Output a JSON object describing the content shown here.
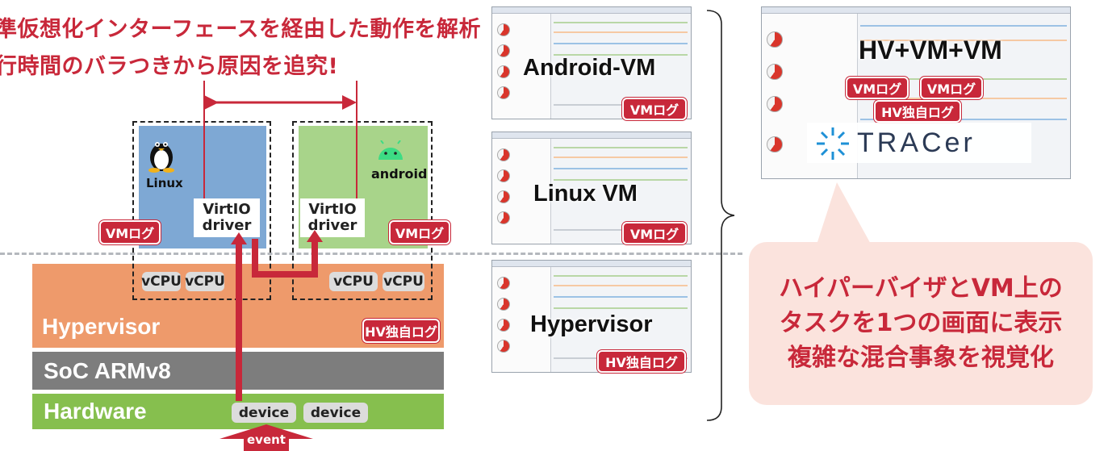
{
  "headline": {
    "line1": "準仮想化インターフェースを経由した動作を解析",
    "line2": "行時間のバラつきから原因を追究!"
  },
  "layers": {
    "hypervisor": "Hypervisor",
    "soc": "SoC ARMv8",
    "hardware": "Hardware"
  },
  "hv_log": "HV独自ログ",
  "vm_log": "VMログ",
  "linux_label": "Linux",
  "android_label": "android",
  "driver_label_1": "VirtIO",
  "driver_label_2": "driver",
  "vcpu": "vCPU",
  "device": "device",
  "event": "event",
  "screenshots": [
    {
      "title": "Android-VM",
      "badge": "VMログ"
    },
    {
      "title": "Linux VM",
      "badge": "VMログ"
    },
    {
      "title": "Hypervisor",
      "badge": "HV独自ログ"
    }
  ],
  "big_shot": {
    "title": "HV+VM+VM",
    "badge_vm_1": "VMログ",
    "badge_vm_2": "VMログ",
    "badge_hv": "HV独自ログ",
    "logo": "TRACer"
  },
  "bubble_lines": [
    "ハイパーバイザとVM上の",
    "タスクを1つの画面に表示",
    "複雑な混合事象を視覚化"
  ],
  "colors": {
    "accent_red": "#c8283a",
    "hypervisor": "#ee9a6b",
    "soc": "#7d7d7d",
    "hardware": "#86bf4e",
    "linux_vm": "#7ea8d4",
    "android_vm": "#a8d48a",
    "bubble": "#fbe3dd"
  },
  "icons": [
    "linux-tux-icon",
    "android-robot-icon",
    "tracer-logo"
  ]
}
